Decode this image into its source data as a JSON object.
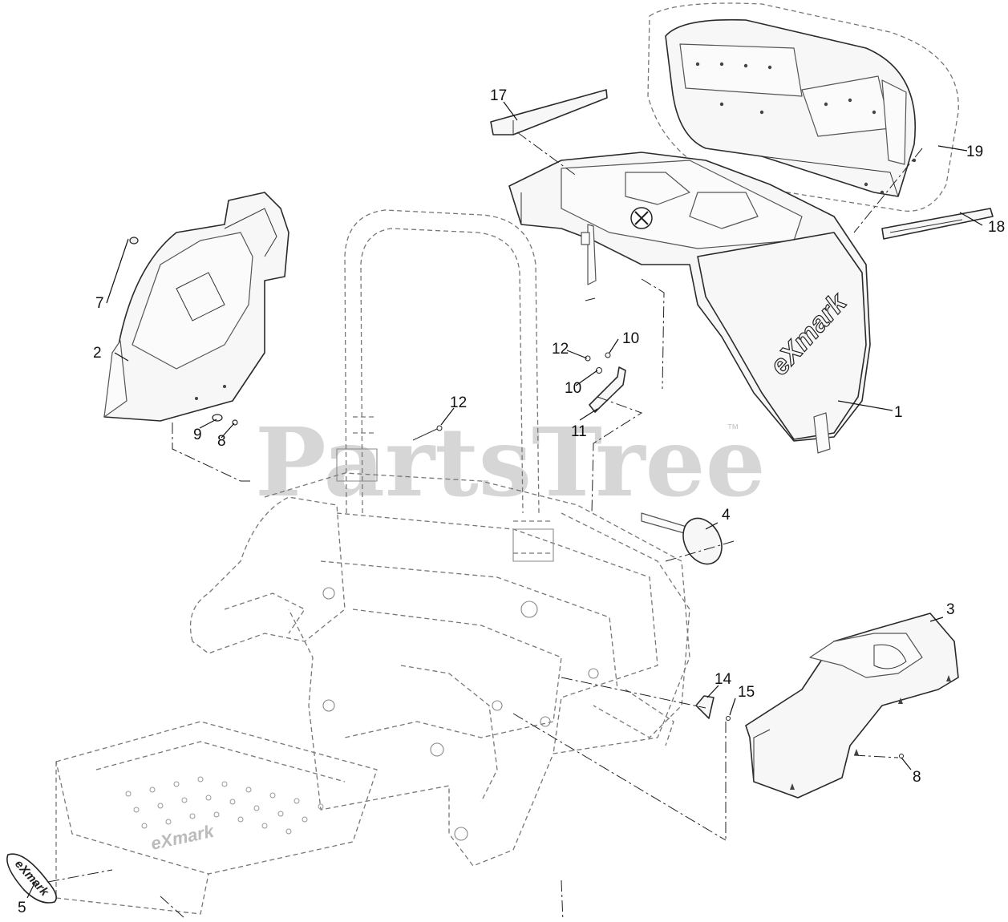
{
  "watermark": {
    "text": "PartsTree",
    "trademark": "™"
  },
  "callouts": {
    "c1": "1",
    "c2": "2",
    "c3": "3",
    "c4": "4",
    "c5": "5",
    "c7": "7",
    "c8a": "8",
    "c8b": "8",
    "c9": "9",
    "c10a": "10",
    "c10b": "10",
    "c11": "11",
    "c12a": "12",
    "c12b": "12",
    "c14": "14",
    "c15": "15",
    "c17": "17",
    "c18": "18",
    "c19": "19"
  },
  "logos": {
    "hood_brand": "eXmark",
    "emblem_brand": "eXmark",
    "floor_brand": "eXmark"
  },
  "icons": [
    "x-emblem-icon",
    "exmark-badge-icon"
  ]
}
